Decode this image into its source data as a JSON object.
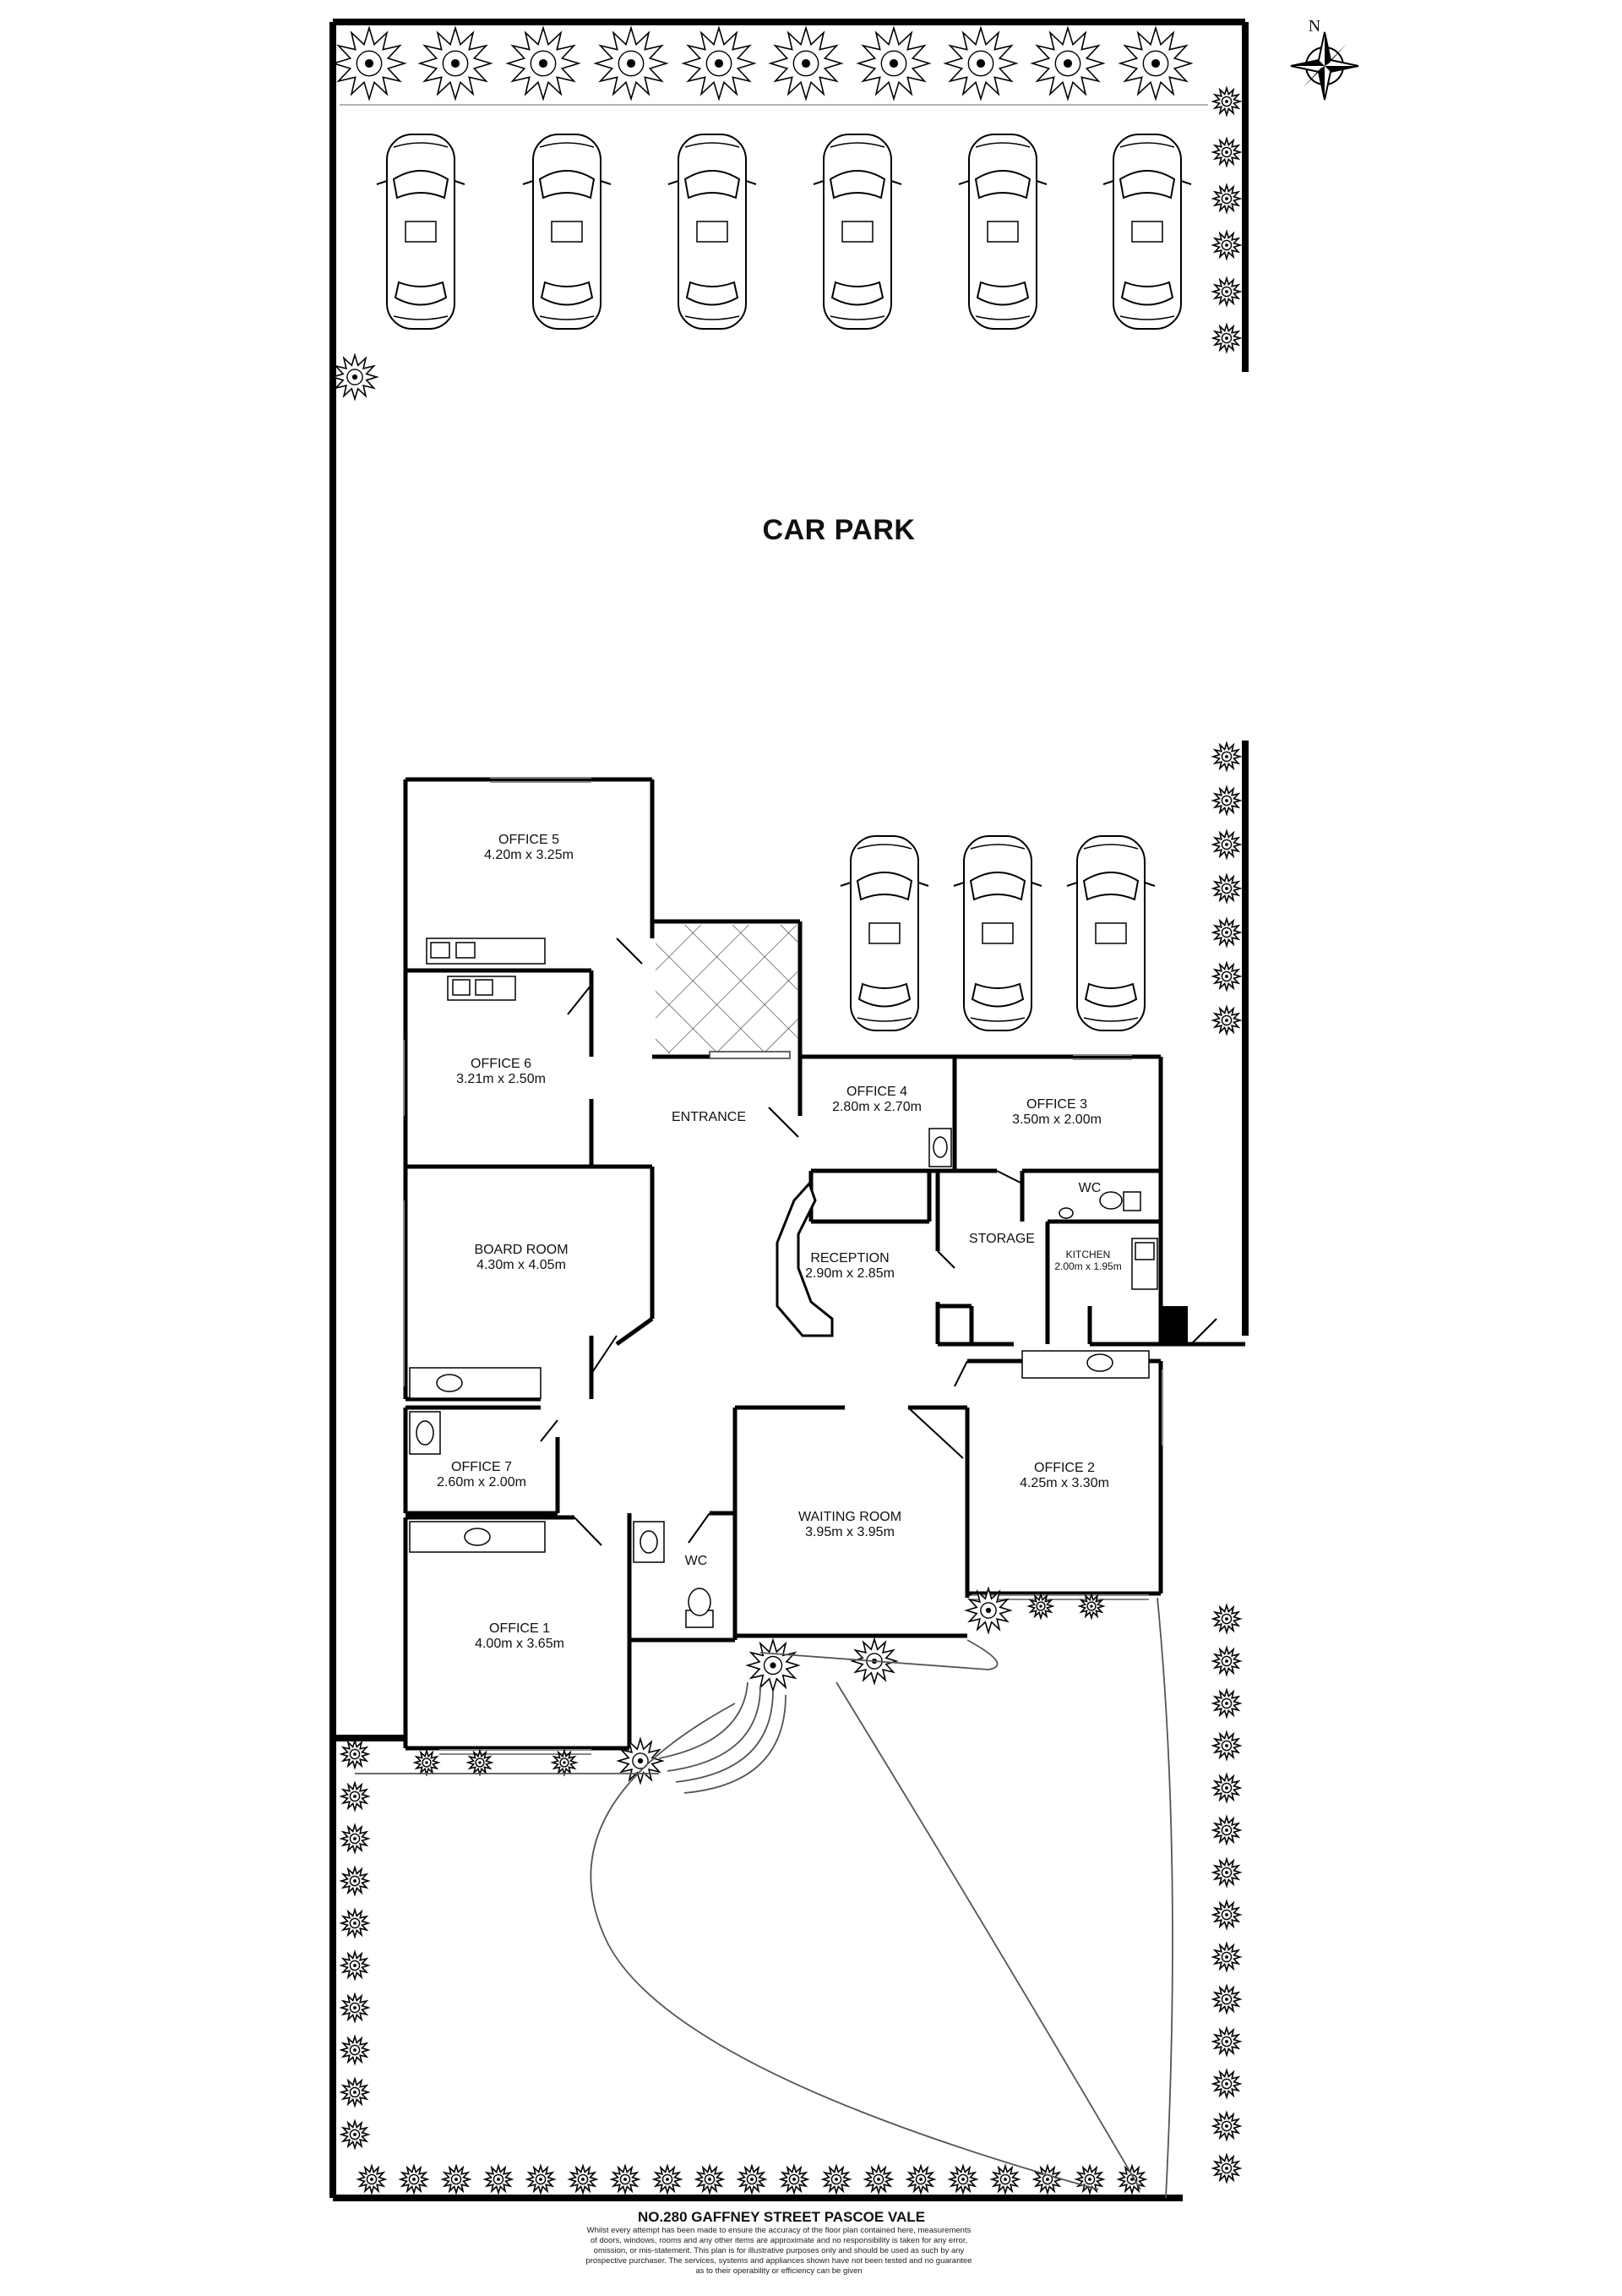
{
  "compass": {
    "north_label": "N"
  },
  "car_park": {
    "label": "CAR PARK"
  },
  "rooms": {
    "office5": {
      "name": "OFFICE 5",
      "dims": "4.20m x 3.25m"
    },
    "office6": {
      "name": "OFFICE 6",
      "dims": "3.21m x 2.50m"
    },
    "entrance": {
      "name": "ENTRANCE"
    },
    "office4": {
      "name": "OFFICE 4",
      "dims": "2.80m x 2.70m"
    },
    "office3": {
      "name": "OFFICE 3",
      "dims": "3.50m x 2.00m"
    },
    "wc_east": {
      "name": "WC"
    },
    "storage": {
      "name": "STORAGE"
    },
    "kitchen": {
      "name": "KITCHEN",
      "dims": "2.00m x 1.95m"
    },
    "board_room": {
      "name": "BOARD ROOM",
      "dims": "4.30m x 4.05m"
    },
    "reception": {
      "name": "RECEPTION",
      "dims": "2.90m x 2.85m"
    },
    "office7": {
      "name": "OFFICE 7",
      "dims": "2.60m x 2.00m"
    },
    "office2": {
      "name": "OFFICE 2",
      "dims": "4.25m x 3.30m"
    },
    "waiting_room": {
      "name": "WAITING ROOM",
      "dims": "3.95m x 3.95m"
    },
    "wc_west": {
      "name": "WC"
    },
    "office1": {
      "name": "OFFICE 1",
      "dims": "4.00m x 3.65m"
    }
  },
  "footer": {
    "address": "NO.280 GAFFNEY STREET PASCOE VALE",
    "disclaimer": [
      "Whilst every attempt has been made to ensure the accuracy of the floor plan contained here, measurements",
      "of doors, windows, rooms and any other items are approximate and no responsibility is taken for any error,",
      "omission, or mis-statement. This plan is for illustrative purposes only and should be used as such by any",
      "prospective purchaser. The services, systems and appliances shown have not been tested and no guarantee",
      "as to their operability or efficiency can be given"
    ]
  }
}
